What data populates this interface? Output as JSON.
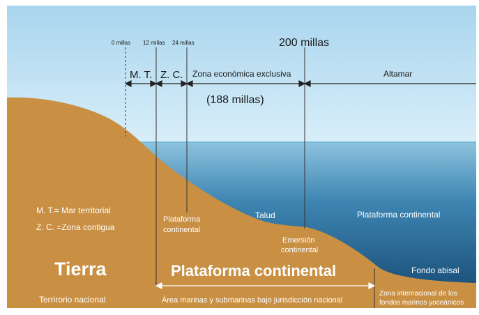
{
  "distances": {
    "mile_0": "0 millas",
    "mile_12": "12 millas",
    "mile_24": "24 millas",
    "mile_200": "200 millas"
  },
  "zones": {
    "mt": "M. T.",
    "zc": "Z. C.",
    "zee": "Zona económica exclusiva",
    "zee_width": "(188 millas)",
    "high_seas": "Altamar"
  },
  "legend": {
    "mt_def": "M. T.= Mar territorial",
    "zc_def": "Z. C. =Zona contigua"
  },
  "land": {
    "title": "Tierra",
    "subtitle": "Terrirorio nacional"
  },
  "seafloor": {
    "shelf_small_line1": "Plataforma",
    "shelf_small_line2": "continental",
    "slope": "Talud",
    "rise_line1": "Emersión",
    "rise_line2": "continental",
    "deep_shelf": "Plataforma continental",
    "abyssal": "Fondo abisal",
    "shelf_big": "Plataforma continental",
    "jurisdiction": "Área marinas y submarinas bajo jurisdicción nacional",
    "intl_line1": "Zona internacional de los",
    "intl_line2": "fondos marinos yoceánicos"
  },
  "colors": {
    "land": "#c98f43",
    "sky_top": "#bfe0f1",
    "sea_top": "#8fc3dc",
    "sea_bottom": "#1a4f78"
  }
}
